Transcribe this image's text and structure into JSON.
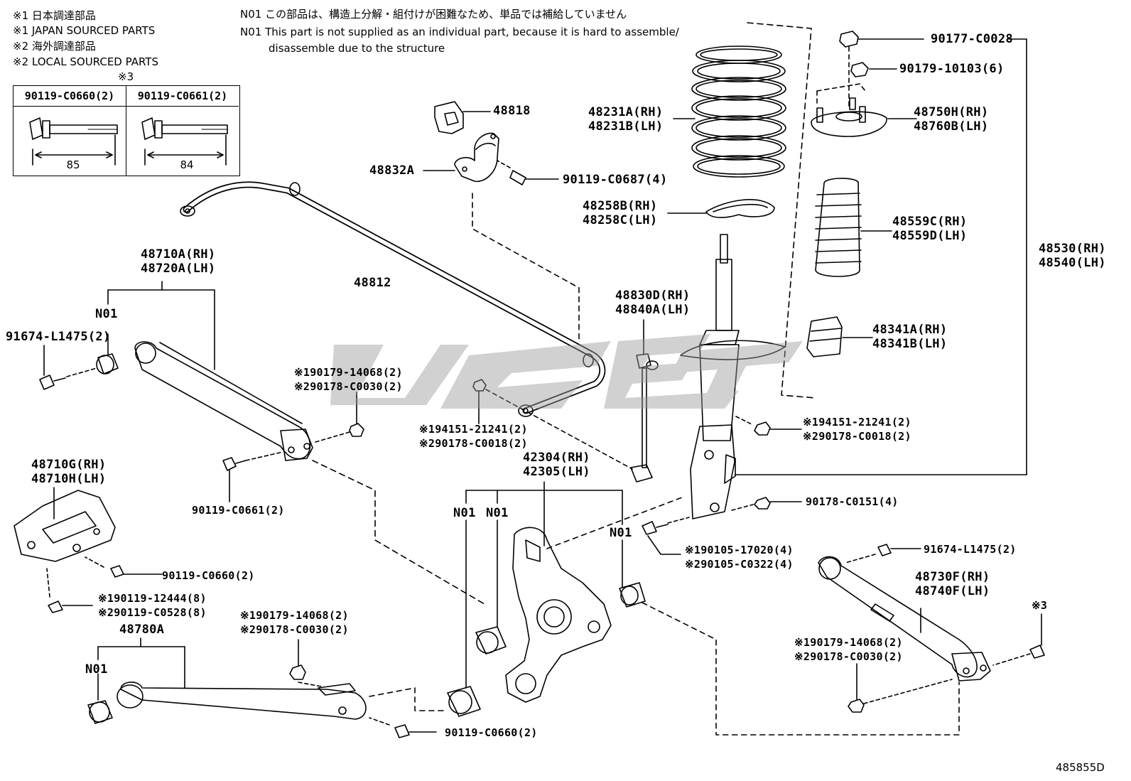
{
  "notes": {
    "n1_ja": "※1 日本調達部品",
    "n1_en": "※1 JAPAN SOURCED PARTS",
    "n2_ja": "※2 海外調達部品",
    "n2_en": "※2 LOCAL SOURCED PARTS",
    "n01_ja": "N01 この部品は、構造上分解・組付けが困難なため、単品では補給していません",
    "n01_en_1": "N01 This part is not supplied as an individual part, because it is hard to assemble/",
    "n01_en_2": "disassemble due to the structure"
  },
  "bolt_table": {
    "marker": "※3",
    "col1_part": "90119-C0660(2)",
    "col1_dim": "85",
    "col2_part": "90119-C0661(2)",
    "col2_dim": "84"
  },
  "parts": {
    "p90177": "90177-C0028",
    "p90179_10103": "90179-10103(6)",
    "p48750": [
      "48750H(RH)",
      "48760B(LH)"
    ],
    "p48231": [
      "48231A(RH)",
      "48231B(LH)"
    ],
    "p48818": "48818",
    "p48832": "48832A",
    "p90119_c0687": "90119-C0687(4)",
    "p48258": [
      "48258B(RH)",
      "48258C(LH)"
    ],
    "p48559": [
      "48559C(RH)",
      "48559D(LH)"
    ],
    "p48530": [
      "48530(RH)",
      "48540(LH)"
    ],
    "p48812": "48812",
    "p48710a": [
      "48710A(RH)",
      "48720A(LH)"
    ],
    "n01": "N01",
    "p91674_left": "91674-L1475(2)",
    "p48830": [
      "48830D(RH)",
      "48840A(LH)"
    ],
    "p48341": [
      "48341A(RH)",
      "48341B(LH)"
    ],
    "p90179_14068_top": [
      "※190179-14068(2)",
      "※290178-C0030(2)"
    ],
    "p94151_mid": [
      "※194151-21241(2)",
      "※290178-C0018(2)"
    ],
    "p94151_right": [
      "※194151-21241(2)",
      "※290178-C0018(2)"
    ],
    "p42304": [
      "42304(RH)",
      "42305(LH)"
    ],
    "p48710g": [
      "48710G(RH)",
      "48710H(LH)"
    ],
    "p90119_c0661": "90119-C0661(2)",
    "p90178_c0151": "90178-C0151(4)",
    "p90105": [
      "※190105-17020(4)",
      "※290105-C0322(4)"
    ],
    "p90119_c0660_mid": "90119-C0660(2)",
    "p90119_12444": [
      "※190119-12444(8)",
      "※290119-C0528(8)"
    ],
    "p91674_right": "91674-L1475(2)",
    "p48730": [
      "48730F(RH)",
      "48740F(LH)"
    ],
    "p90179_14068_mid": [
      "※190179-14068(2)",
      "※290178-C0030(2)"
    ],
    "p48780": "48780A",
    "p90179_14068_right": [
      "※190179-14068(2)",
      "※290178-C0030(2)"
    ],
    "marker3": "※3",
    "p90119_c0660_bottom": "90119-C0660(2)"
  },
  "diagram_id": "485855D"
}
